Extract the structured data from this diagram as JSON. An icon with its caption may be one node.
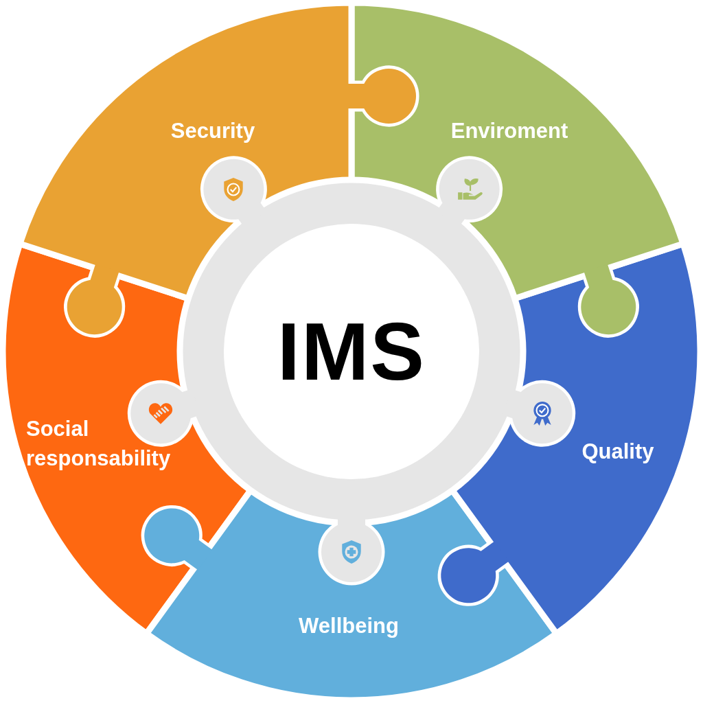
{
  "diagram": {
    "nodes": [
      {
        "text": [
          "Security"
        ]
      },
      {
        "text": [
          "Enviroment"
        ]
      },
      {
        "text": [
          "IMS"
        ]
      },
      {
        "text": [
          "Social responsability"
        ]
      },
      {
        "text": [
          "Quality"
        ]
      },
      {
        "text": [
          "Wellbeing"
        ]
      }
    ]
  }
}
